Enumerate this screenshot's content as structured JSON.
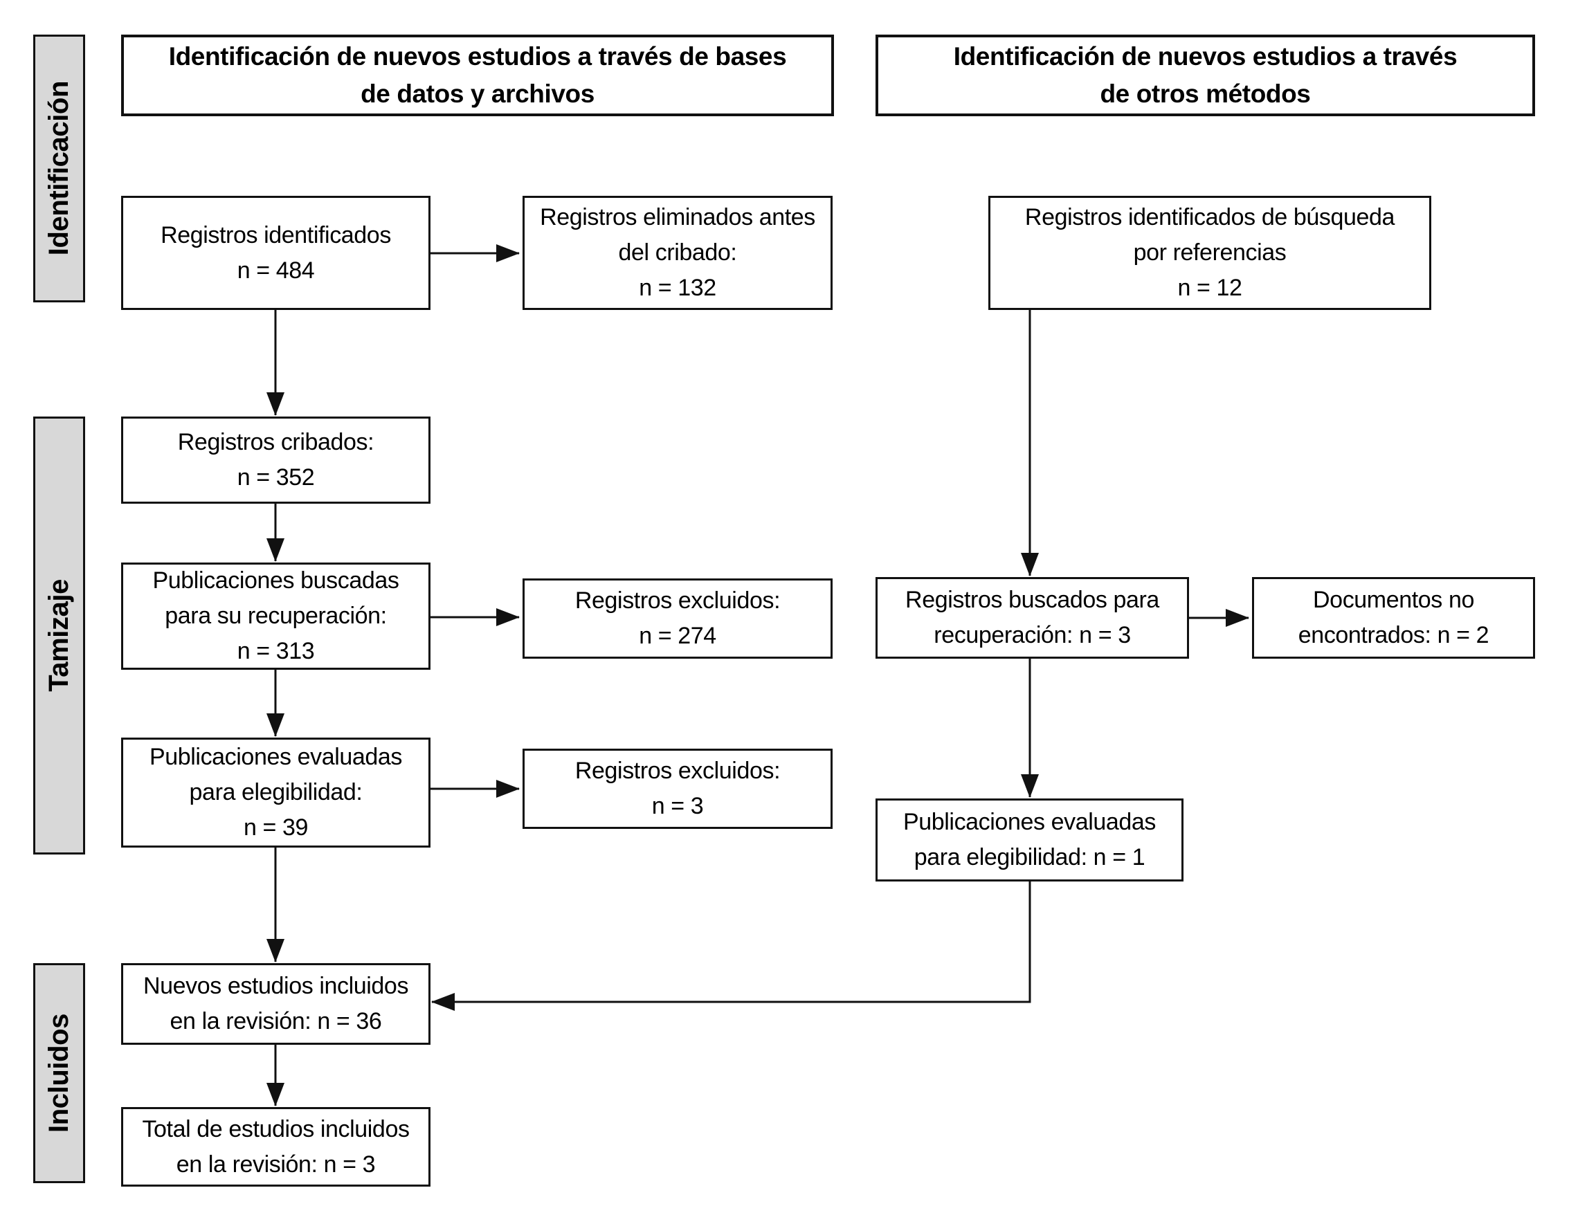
{
  "diagram": {
    "title": "PRISMA flow diagram (Spanish)",
    "colors": {
      "background": "#ffffff",
      "box_fill": "#ffffff",
      "box_border": "#111111",
      "stage_fill": "#d8d8d8",
      "text": "#000000"
    },
    "headers": {
      "left": "Identificación de nuevos estudios a través de bases\nde datos y archivos",
      "right": "Identificación de nuevos estudios a través\nde otros métodos"
    },
    "sidebar": {
      "items": [
        {
          "label": "Identificación"
        },
        {
          "label": "Tamizaje"
        },
        {
          "label": "Incluidos"
        }
      ]
    },
    "boxes": {
      "registros_identificados": "Registros identificados\nn = 484",
      "registros_eliminados_antes_cribado": "Registros eliminados antes\ndel cribado:\nn = 132",
      "registros_identificados_referencias": "Registros identificados de búsqueda\npor referencias\nn = 12",
      "registros_cribados": "Registros cribados:\nn = 352",
      "publicaciones_buscadas_recuperacion": "Publicaciones buscadas\npara su recuperación:\nn = 313",
      "registros_excluidos_274": "Registros excluidos:\nn = 274",
      "registros_buscados_recuperacion": "Registros buscados para\nrecuperación: n = 3",
      "documentos_no_encontrados": "Documentos no\nencontrados: n = 2",
      "publicaciones_evaluadas_elegibilidad_39": "Publicaciones evaluadas\npara elegibilidad:\nn = 39",
      "registros_excluidos_3": "Registros excluidos:\nn = 3",
      "publicaciones_evaluadas_elegibilidad_1": "Publicaciones evaluadas\npara elegibilidad: n = 1",
      "nuevos_estudios_incluidos": "Nuevos estudios incluidos\nen la revisión: n = 36",
      "total_estudios_incluidos": "Total de estudios incluidos\nen la revisión: n = 3"
    }
  }
}
